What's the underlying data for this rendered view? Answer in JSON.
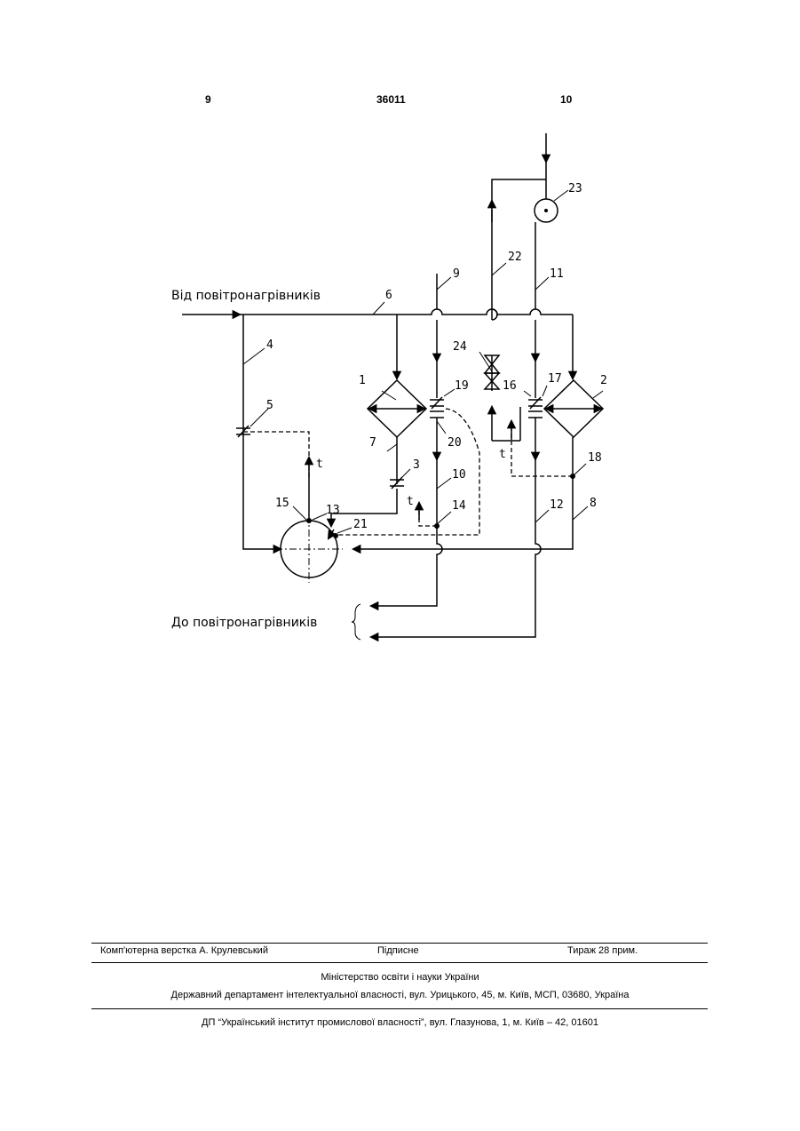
{
  "header": {
    "page_left": "9",
    "patent_number": "36011",
    "page_right": "10"
  },
  "diagram": {
    "inlet_caption": "Від повітронагрівників",
    "outlet_caption": "До повітронагрівників",
    "temperature_symbol": "t",
    "labels": {
      "n1": "1",
      "n2": "2",
      "n3": "3",
      "n4": "4",
      "n5": "5",
      "n6": "6",
      "n7": "7",
      "n8": "8",
      "n9": "9",
      "n10": "10",
      "n11": "11",
      "n12": "12",
      "n13": "13",
      "n14": "14",
      "n15": "15",
      "n16": "16",
      "n17": "17",
      "n18": "18",
      "n19": "19",
      "n20": "20",
      "n21": "21",
      "n22": "22",
      "n23": "23",
      "n24": "24"
    }
  },
  "footer": {
    "typesetter": "Комп'ютерна верстка А. Крулевський",
    "signed": "Підписне",
    "circulation": "Тираж 28 прим.",
    "ministry": "Міністерство освіти і науки України",
    "department": "Державний департамент інтелектуальної власності, вул. Урицького, 45, м. Київ, МСП, 03680, Україна",
    "institute": "ДП “Український інститут промислової власності”, вул. Глазунова, 1, м. Київ – 42, 01601"
  }
}
